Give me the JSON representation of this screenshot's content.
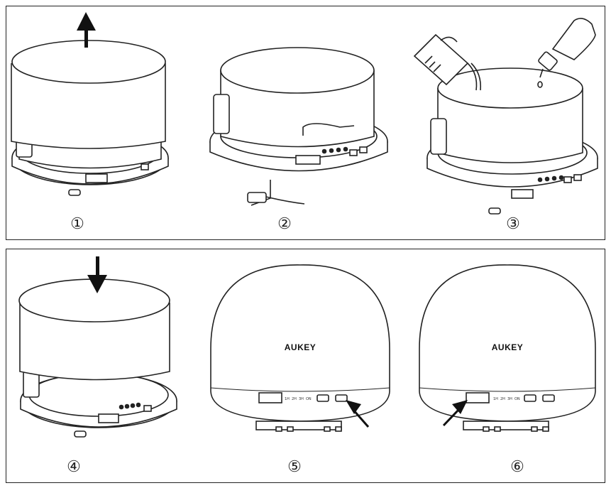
{
  "steps": [
    {
      "label": "①"
    },
    {
      "label": "②"
    },
    {
      "label": "③"
    },
    {
      "label": "④"
    },
    {
      "label": "⑤"
    },
    {
      "label": "⑥"
    }
  ],
  "brand": "AUKEY",
  "timer_labels": [
    "1H",
    "2H",
    "3H",
    "ON"
  ],
  "colors": {
    "line": "#222222",
    "fill": "#ffffff",
    "arrow": "#111111"
  }
}
